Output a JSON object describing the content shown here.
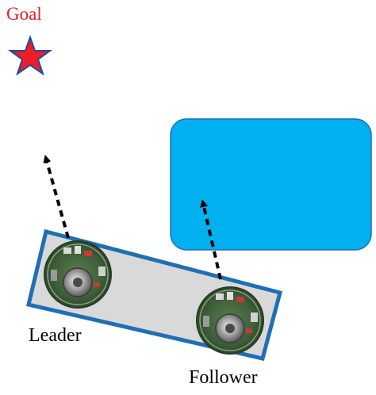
{
  "goal": {
    "label": "Goal",
    "color": "#ee1c25",
    "icon": "star-icon"
  },
  "obstacle": {
    "color": "#00b0f0",
    "border_color": "#1f6fb5"
  },
  "formation": {
    "fill": "#d9d9d9",
    "border_color": "#1f6fb5"
  },
  "robots": [
    {
      "id": "leader",
      "label": "Leader"
    },
    {
      "id": "follower",
      "label": "Follower"
    }
  ],
  "arrows": {
    "color": "#000000",
    "style": "dashed"
  }
}
